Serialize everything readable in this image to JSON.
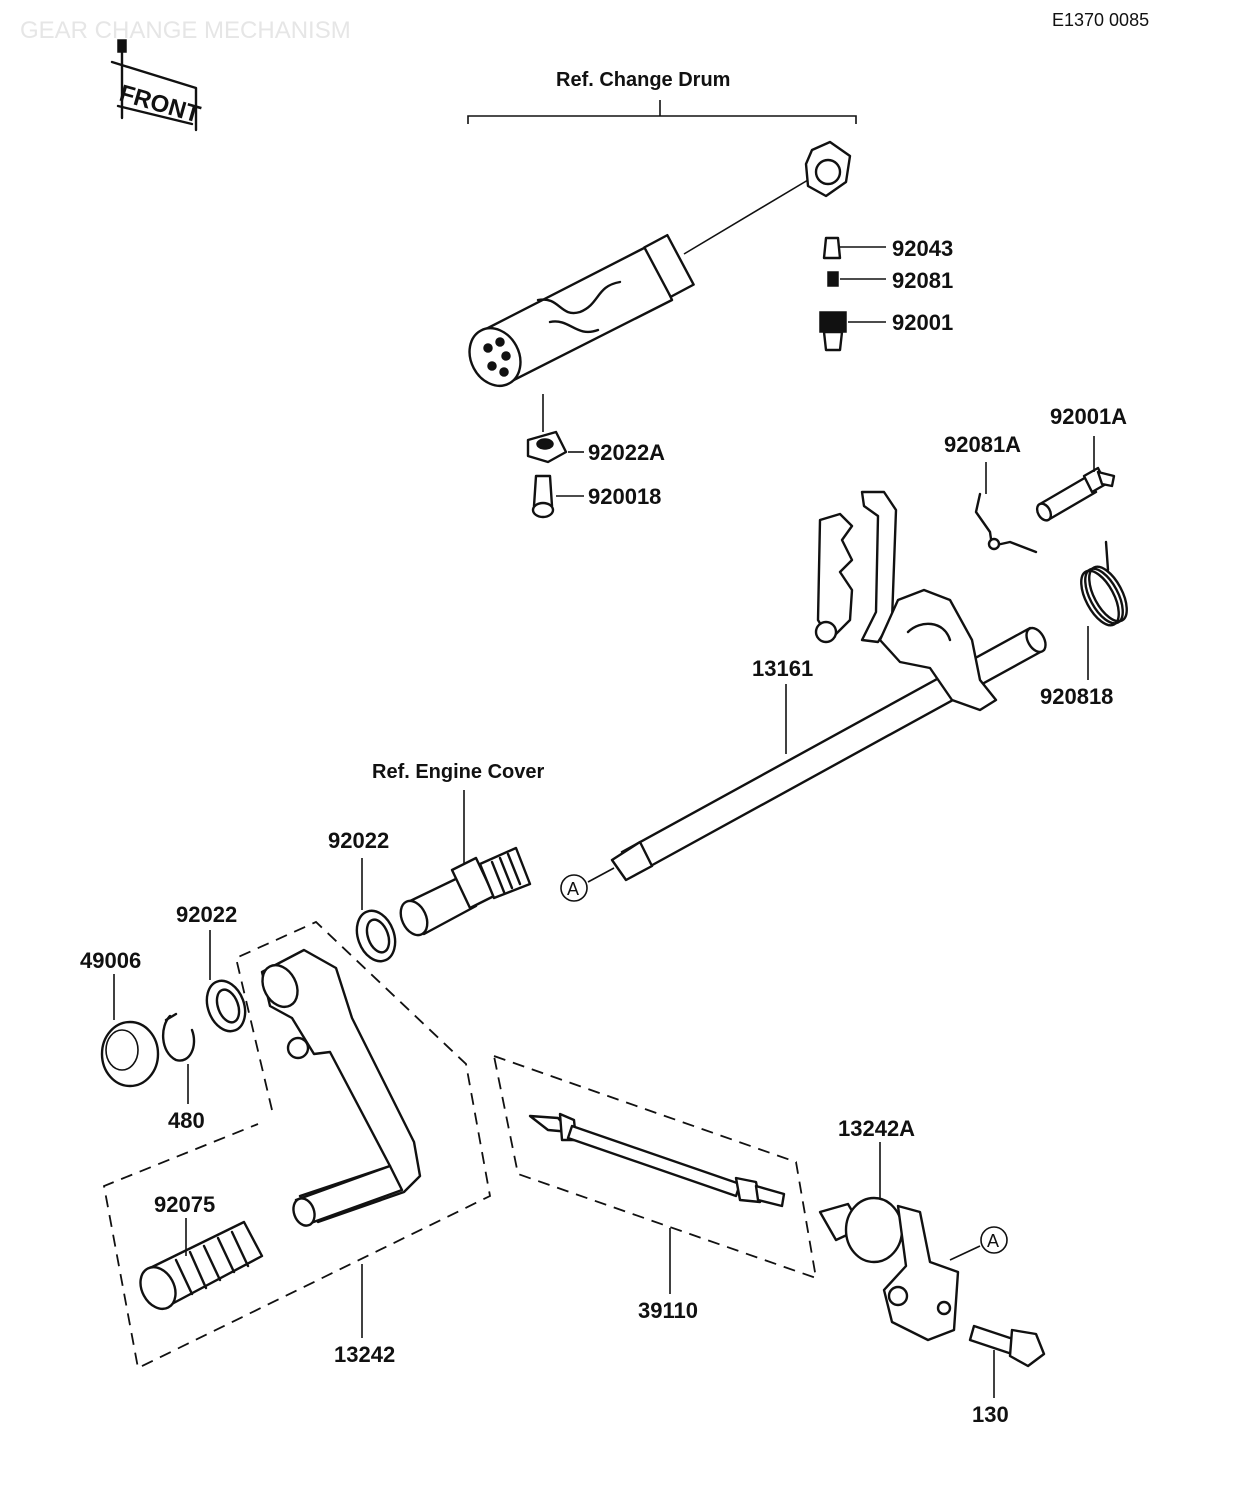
{
  "watermark": "GEAR CHANGE MECHANISM",
  "code": "E1370 0085",
  "front_label": "FRONT",
  "ref_labels": {
    "change_drum": "Ref.  Change Drum",
    "engine_cover": "Ref. Engine Cover"
  },
  "callouts": {
    "p92043": "92043",
    "p92081": "92081",
    "p92001": "92001",
    "p92022a": "92022A",
    "p92001b": "920018",
    "p92081a": "92081A",
    "p92001a": "92001A",
    "p92081b": "920818",
    "p13161": "13161",
    "p92022_upper": "92022",
    "p92022_lower": "92022",
    "p49006": "49006",
    "p480": "480",
    "p92075": "92075",
    "p13242": "13242",
    "p39110": "39110",
    "p13242a": "13242A",
    "p130": "130"
  },
  "markers": {
    "a_left": "A",
    "a_right": "A"
  }
}
